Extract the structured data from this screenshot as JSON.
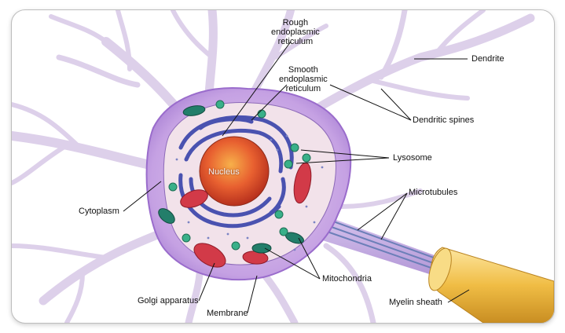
{
  "labels": {
    "rough_er": [
      "Rough",
      "endoplasmic",
      "reticulum"
    ],
    "smooth_er": [
      "Smooth",
      "endoplasmic",
      "reticulum"
    ],
    "dendrite": "Dendrite",
    "dendritic_spines": "Dendritic spines",
    "lysosome": "Lysosome",
    "microtubules": "Microtubules",
    "nucleus": "Nucleus",
    "cytoplasm": "Cytoplasm",
    "mitochondria": "Mitochondria",
    "golgi": "Golgi apparatus",
    "membrane": "Membrane",
    "myelin": "Myelin sheath"
  },
  "colors": {
    "cell_body": "#c9a6e6",
    "dendrite": "#e3d5ef",
    "cytoplasm": "#f2e6ee",
    "nucleus": "#e85a2a",
    "er": "#4a52b0",
    "mitochondria": "#d23a48",
    "lysosome": "#2f9e78",
    "myelin": "#f1c24a"
  }
}
